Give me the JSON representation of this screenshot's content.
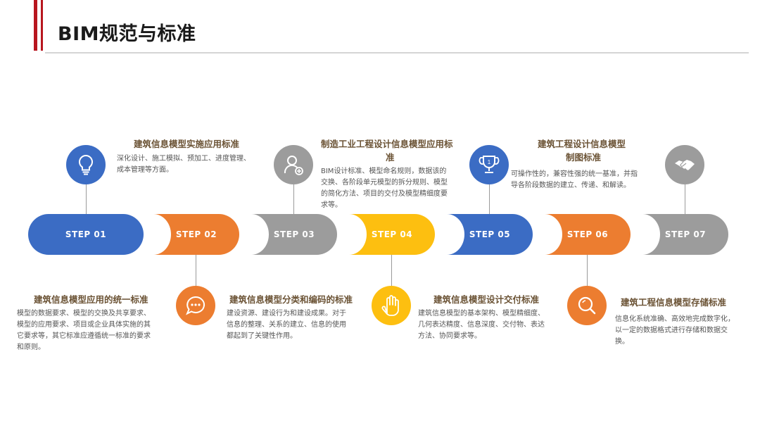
{
  "page": {
    "title": "BIM规范与标准"
  },
  "colors": {
    "accent_red": "#b8161f",
    "blue": "#3b6cc4",
    "orange": "#ec7d30",
    "gray": "#9c9c9c",
    "yellow": "#fdbf10",
    "heading": "#6b5335"
  },
  "steps": [
    {
      "label": "STEP 01",
      "color": "#3b6cc4",
      "icon": "lightbulb-icon",
      "position": "top",
      "title": "建筑信息模型实施应用标准",
      "desc": [
        "深化设计、施工模拟、预加工、进度管理、",
        "成本管理等方面。"
      ]
    },
    {
      "label": "STEP 02",
      "color": "#ec7d30",
      "icon": "chat-bubble-icon",
      "position": "bottom",
      "title": "建筑信息模型应用的统一标准",
      "desc": [
        "模型的数据要求、模型的交换及共享要求、",
        "模型的应用要求、项目或企业具体实施的其",
        "它要求等，其它标准应遵循统一标准的要求",
        "和原则。"
      ]
    },
    {
      "label": "STEP 03",
      "color": "#9c9c9c",
      "icon": "add-user-icon",
      "position": "top",
      "title": [
        "制造工业工程设计信息模型应用标",
        "准"
      ],
      "desc": [
        "BIM设计标准、模型命名规则，数据该的",
        "交换、各阶段单元模型的拆分规则、模型",
        "的简化方法、项目的交付及模型精细度要",
        "求等。"
      ]
    },
    {
      "label": "STEP 04",
      "color": "#fdbf10",
      "icon": "hand-icon",
      "position": "bottom",
      "title": "建筑信息模型分类和编码的标准",
      "desc": [
        "建设资源、建设行为和建设成果。对于",
        "信息的整理、关系的建立、信息的使用",
        "都起到了关键性作用。"
      ]
    },
    {
      "label": "STEP 05",
      "color": "#3b6cc4",
      "icon": "trophy-icon",
      "position": "top",
      "title": [
        "建筑工程设计信息模型",
        "制图标准"
      ],
      "desc": [
        "可操作性的，兼容性强的统一基准，并指",
        "导各阶段数据的建立、传递、和解读。"
      ]
    },
    {
      "label": "STEP 06",
      "color": "#ec7d30",
      "icon": "search-icon",
      "position": "bottom",
      "title": "建筑信息模型设计交付标准",
      "desc": [
        "建筑信息模型的基本架构、模型精细度、",
        "几何表达精度、信息深度、交付物、表达",
        "方法、协同要求等。"
      ]
    },
    {
      "label": "STEP 07",
      "color": "#9c9c9c",
      "icon": "handshake-icon",
      "position": "top",
      "title": "建筑工程信息模型存储标准",
      "desc": [
        "信息化系统准确、高效地完成数字化，",
        "以一定的数据格式进行存储和数据交",
        "换。"
      ]
    }
  ]
}
